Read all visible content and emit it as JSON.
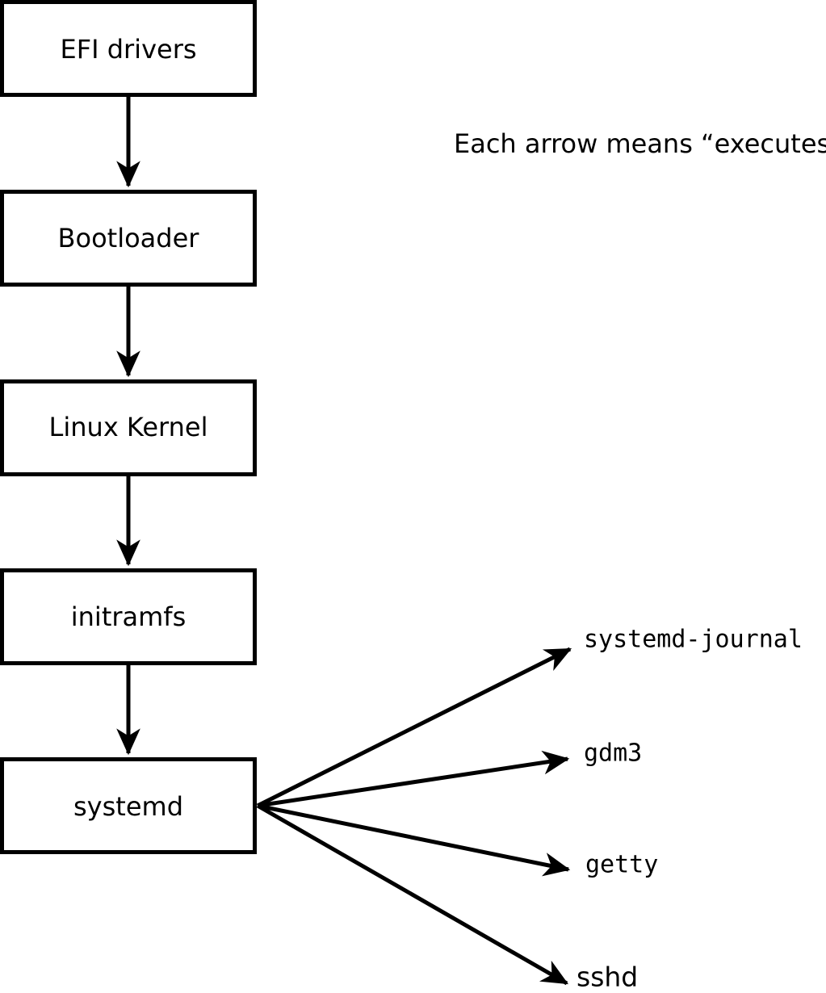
{
  "page": {
    "background": "#ffffff"
  },
  "diagram": {
    "note": "Each arrow means “executes”.",
    "edge_meaning": "executes",
    "colors": {
      "stroke": "#000000",
      "box_fill": "#ffffff"
    },
    "chain": [
      {
        "label": "EFI drivers"
      },
      {
        "label": "Bootloader"
      },
      {
        "label": "Linux Kernel"
      },
      {
        "label": "initramfs"
      },
      {
        "label": "systemd"
      }
    ],
    "spawned": [
      {
        "label": "systemd-journal"
      },
      {
        "label": "gdm3"
      },
      {
        "label": "getty"
      },
      {
        "label": "sshd"
      }
    ]
  }
}
